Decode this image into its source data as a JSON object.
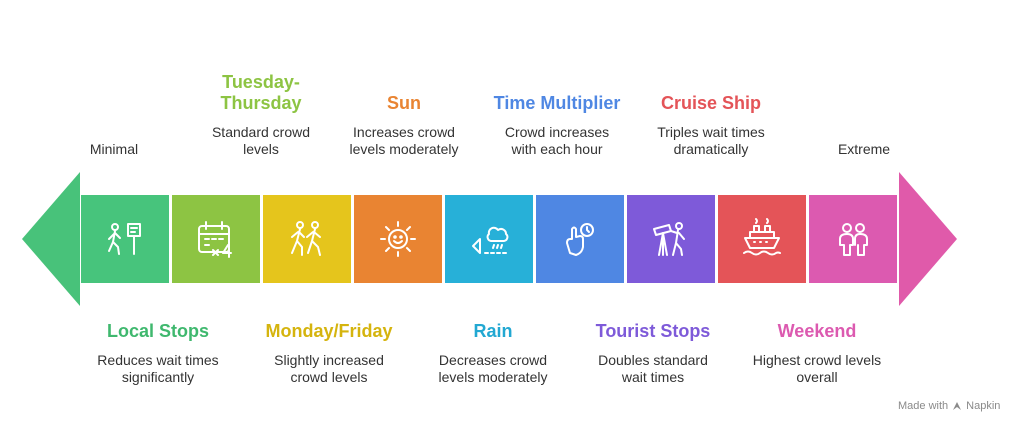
{
  "scale": {
    "low": "Minimal",
    "high": "Extreme"
  },
  "colors": {
    "left_arrow": "#48c27a",
    "right_arrow": "#e05aaa",
    "segments": [
      "#47c47c",
      "#8dc443",
      "#e5c51c",
      "#e98432",
      "#27b0d8",
      "#4f87e3",
      "#7e5ad9",
      "#e45458",
      "#dc5ab0"
    ]
  },
  "segments": [
    {
      "title": "Local Stops",
      "desc": [
        "Reduces wait times",
        "significantly"
      ],
      "icon": "hiker-sign-icon",
      "position": "bottom",
      "title_color": "#3fb86e"
    },
    {
      "title": "Tuesday-Thursday",
      "title_lines": [
        "Tuesday-",
        "Thursday"
      ],
      "desc": [
        "Standard crowd",
        "levels"
      ],
      "icon": "calendar-x4-icon",
      "position": "top",
      "title_color": "#8dc443"
    },
    {
      "title": "Monday/Friday",
      "desc": [
        "Slightly increased",
        "crowd levels"
      ],
      "icon": "walking-people-icon",
      "position": "bottom",
      "title_color": "#d5b40e"
    },
    {
      "title": "Sun",
      "desc": [
        "Increases crowd",
        "levels moderately"
      ],
      "icon": "sun-icon",
      "position": "top",
      "title_color": "#e98432"
    },
    {
      "title": "Rain",
      "desc": [
        "Decreases crowd",
        "levels moderately"
      ],
      "icon": "rain-cloud-icon",
      "position": "bottom",
      "title_color": "#22a8d2"
    },
    {
      "title": "Time Multiplier",
      "desc": [
        "Crowd increases",
        "with each hour"
      ],
      "icon": "hand-clock-icon",
      "position": "top",
      "title_color": "#4f87e3"
    },
    {
      "title": "Tourist Stops",
      "desc": [
        "Doubles standard",
        "wait times"
      ],
      "icon": "tourist-telescope-icon",
      "position": "bottom",
      "title_color": "#7e5ad9"
    },
    {
      "title": "Cruise Ship",
      "desc": [
        "Triples wait times",
        "dramatically"
      ],
      "icon": "cruise-ship-icon",
      "position": "top",
      "title_color": "#e45458"
    },
    {
      "title": "Weekend",
      "desc": [
        "Highest crowd levels",
        "overall"
      ],
      "icon": "people-pair-icon",
      "position": "bottom",
      "title_color": "#dc5ab0"
    }
  ],
  "footer": {
    "made_with": "Made with",
    "brand": "Napkin"
  }
}
